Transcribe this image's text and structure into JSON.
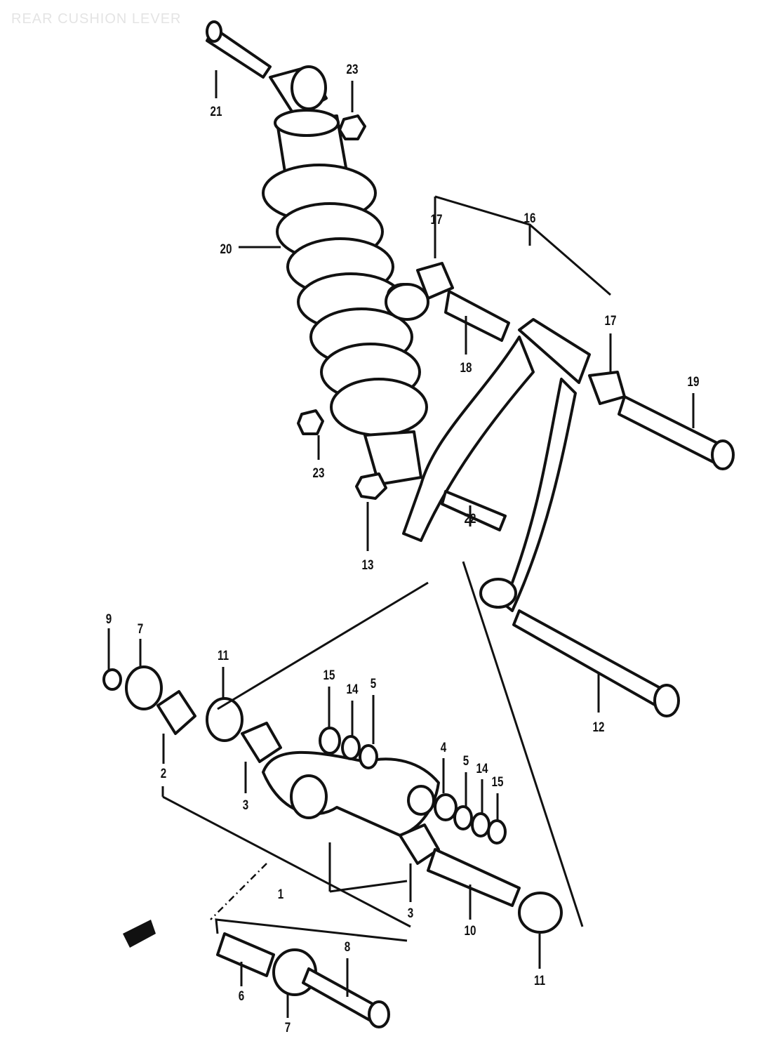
{
  "title": "REAR CUSHION LEVER",
  "labels": {
    "l21": "21",
    "l23a": "23",
    "l16": "16",
    "l17a": "17",
    "l17b": "17",
    "l18": "18",
    "l19": "19",
    "l20": "20",
    "l23b": "23",
    "l22": "22",
    "l13": "13",
    "l12": "12",
    "l9": "9",
    "l7a": "7",
    "l11a": "11",
    "l15a": "15",
    "l14a": "14",
    "l5a": "5",
    "l2": "2",
    "l3a": "3",
    "l4": "4",
    "l5b": "5",
    "l14b": "14",
    "l15b": "15",
    "l1": "1",
    "l3b": "3",
    "l10": "10",
    "l11b": "11",
    "l6": "6",
    "l8": "8",
    "l7b": "7"
  }
}
